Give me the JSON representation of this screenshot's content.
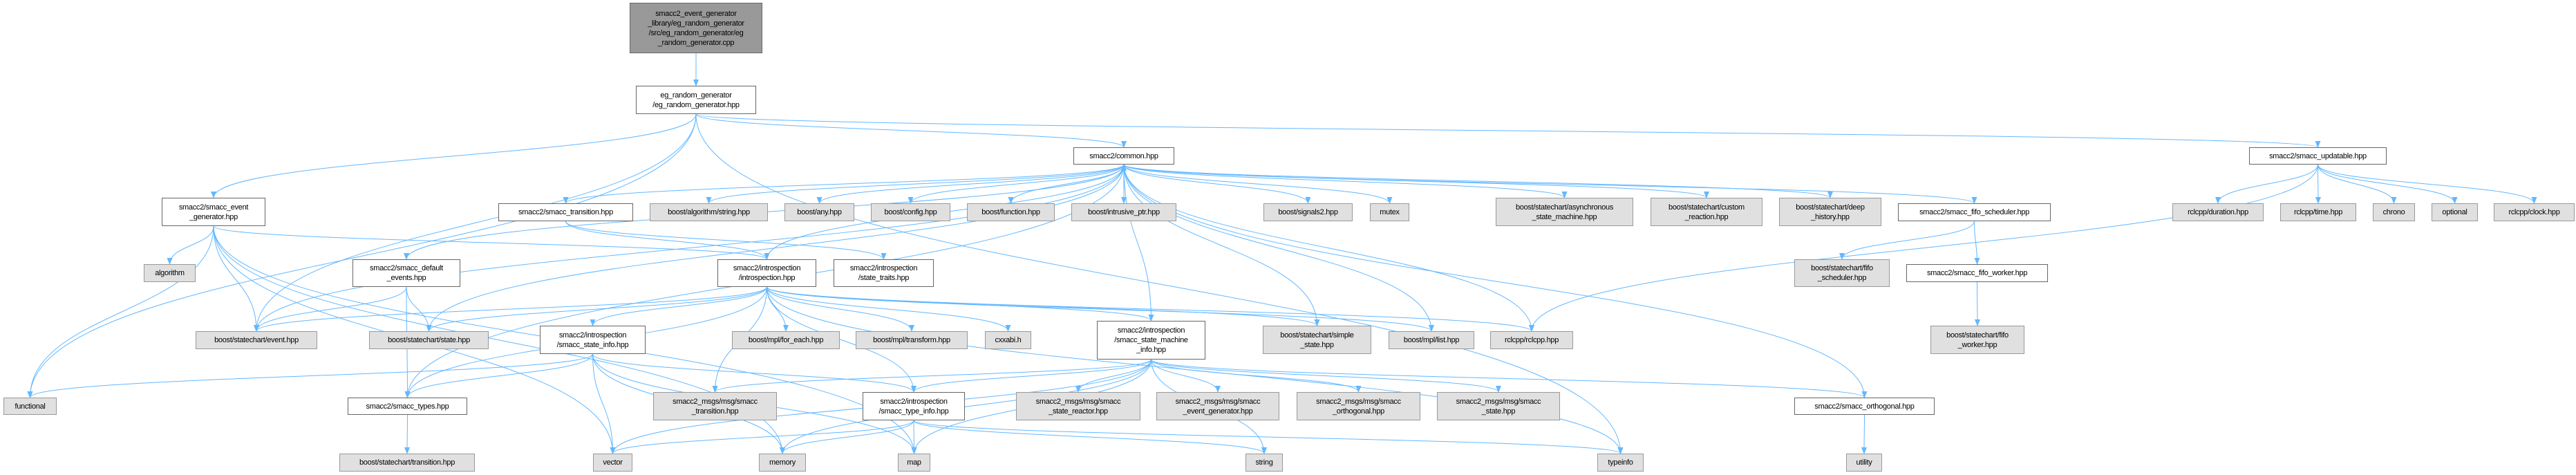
{
  "colors": {
    "edge": "#63b8ff",
    "root_fill": "#999999",
    "external_fill": "#e0e0e0",
    "internal_fill": "#ffffff"
  },
  "nodes": {
    "root": {
      "label": "smacc2_event_generator\n_library/eg_random_generator\n/src/eg_random_generator/eg\n_random_generator.cpp",
      "kind": "root"
    },
    "eg": {
      "label": "eg_random_generator\n/eg_random_generator.hpp",
      "kind": "internal"
    },
    "common": {
      "label": "smacc2/common.hpp",
      "kind": "internal"
    },
    "updatable": {
      "label": "smacc2/smacc_updatable.hpp",
      "kind": "internal"
    },
    "evgen": {
      "label": "smacc2/smacc_event\n_generator.hpp",
      "kind": "internal"
    },
    "algorithm": {
      "label": "algorithm",
      "kind": "ext"
    },
    "defev": {
      "label": "smacc2/smacc_default\n_events.hpp",
      "kind": "internal"
    },
    "trans": {
      "label": "smacc2/smacc_transition.hpp",
      "kind": "internal"
    },
    "algstr": {
      "label": "boost/algorithm/string.hpp",
      "kind": "ext"
    },
    "any": {
      "label": "boost/any.hpp",
      "kind": "ext"
    },
    "config": {
      "label": "boost/config.hpp",
      "kind": "ext"
    },
    "function": {
      "label": "boost/function.hpp",
      "kind": "ext"
    },
    "intrusive": {
      "label": "boost/intrusive_ptr.hpp",
      "kind": "ext"
    },
    "signals2": {
      "label": "boost/signals2.hpp",
      "kind": "ext"
    },
    "mutex": {
      "label": "mutex",
      "kind": "ext"
    },
    "async": {
      "label": "boost/statechart/asynchronous\n_state_machine.hpp",
      "kind": "ext"
    },
    "custom": {
      "label": "boost/statechart/custom\n_reaction.hpp",
      "kind": "ext"
    },
    "deep": {
      "label": "boost/statechart/deep\n_history.hpp",
      "kind": "ext"
    },
    "fifosched": {
      "label": "smacc2/smacc_fifo_scheduler.hpp",
      "kind": "internal"
    },
    "duration": {
      "label": "rclcpp/duration.hpp",
      "kind": "ext"
    },
    "time": {
      "label": "rclcpp/time.hpp",
      "kind": "ext"
    },
    "chrono": {
      "label": "chrono",
      "kind": "ext"
    },
    "optional": {
      "label": "optional",
      "kind": "ext"
    },
    "clock": {
      "label": "rclcpp/clock.hpp",
      "kind": "ext"
    },
    "intro": {
      "label": "smacc2/introspection\n/introspection.hpp",
      "kind": "internal"
    },
    "traits": {
      "label": "smacc2/introspection\n/state_traits.hpp",
      "kind": "internal"
    },
    "bfifosched": {
      "label": "boost/statechart/fifo\n_scheduler.hpp",
      "kind": "ext"
    },
    "fifoworker": {
      "label": "smacc2/smacc_fifo_worker.hpp",
      "kind": "internal"
    },
    "event": {
      "label": "boost/statechart/event.hpp",
      "kind": "ext"
    },
    "state": {
      "label": "boost/statechart/state.hpp",
      "kind": "ext"
    },
    "stateinfo": {
      "label": "smacc2/introspection\n/smacc_state_info.hpp",
      "kind": "internal"
    },
    "foreach": {
      "label": "boost/mpl/for_each.hpp",
      "kind": "ext"
    },
    "transform": {
      "label": "boost/mpl/transform.hpp",
      "kind": "ext"
    },
    "cxxabi": {
      "label": "cxxabi.h",
      "kind": "ext"
    },
    "smi": {
      "label": "smacc2/introspection\n/smacc_state_machine\n_info.hpp",
      "kind": "internal"
    },
    "simple": {
      "label": "boost/statechart/simple\n_state.hpp",
      "kind": "ext"
    },
    "mpllist": {
      "label": "boost/mpl/list.hpp",
      "kind": "ext"
    },
    "rclcpp": {
      "label": "rclcpp/rclcpp.hpp",
      "kind": "ext"
    },
    "bfifoworker": {
      "label": "boost/statechart/fifo\n_worker.hpp",
      "kind": "ext"
    },
    "functional": {
      "label": "functional",
      "kind": "ext"
    },
    "types": {
      "label": "smacc2/smacc_types.hpp",
      "kind": "internal"
    },
    "msgtrans": {
      "label": "smacc2_msgs/msg/smacc\n_transition.hpp",
      "kind": "ext"
    },
    "typeinfohpp": {
      "label": "smacc2/introspection\n/smacc_type_info.hpp",
      "kind": "internal"
    },
    "msgreactor": {
      "label": "smacc2_msgs/msg/smacc\n_state_reactor.hpp",
      "kind": "ext"
    },
    "msgevgen": {
      "label": "smacc2_msgs/msg/smacc\n_event_generator.hpp",
      "kind": "ext"
    },
    "msgorth": {
      "label": "smacc2_msgs/msg/smacc\n_orthogonal.hpp",
      "kind": "ext"
    },
    "msgstate": {
      "label": "smacc2_msgs/msg/smacc\n_state.hpp",
      "kind": "ext"
    },
    "orth": {
      "label": "smacc2/smacc_orthogonal.hpp",
      "kind": "internal"
    },
    "btransition": {
      "label": "boost/statechart/transition.hpp",
      "kind": "ext"
    },
    "vector": {
      "label": "vector",
      "kind": "ext"
    },
    "memory": {
      "label": "memory",
      "kind": "ext"
    },
    "map": {
      "label": "map",
      "kind": "ext"
    },
    "string": {
      "label": "string",
      "kind": "ext"
    },
    "typeinfo": {
      "label": "typeinfo",
      "kind": "ext"
    },
    "utility": {
      "label": "utility",
      "kind": "ext"
    }
  },
  "edges": [
    [
      "root",
      "eg"
    ],
    [
      "eg",
      "functional"
    ],
    [
      "eg",
      "evgen"
    ],
    [
      "eg",
      "event"
    ],
    [
      "eg",
      "common"
    ],
    [
      "eg",
      "updatable"
    ],
    [
      "eg",
      "typeinfo"
    ],
    [
      "common",
      "event"
    ],
    [
      "common",
      "types"
    ],
    [
      "common",
      "defev"
    ],
    [
      "common",
      "state"
    ],
    [
      "common",
      "trans"
    ],
    [
      "common",
      "algstr"
    ],
    [
      "common",
      "any"
    ],
    [
      "common",
      "config"
    ],
    [
      "common",
      "function"
    ],
    [
      "common",
      "intrusive"
    ],
    [
      "common",
      "signals2"
    ],
    [
      "common",
      "mutex"
    ],
    [
      "common",
      "async"
    ],
    [
      "common",
      "custom"
    ],
    [
      "common",
      "deep"
    ],
    [
      "common",
      "fifosched"
    ],
    [
      "common",
      "intro"
    ],
    [
      "common",
      "mpllist"
    ],
    [
      "common",
      "rclcpp"
    ],
    [
      "common",
      "simple"
    ],
    [
      "evgen",
      "algorithm"
    ],
    [
      "evgen",
      "event"
    ],
    [
      "evgen",
      "functional"
    ],
    [
      "evgen",
      "intro"
    ],
    [
      "evgen",
      "vector"
    ],
    [
      "evgen",
      "memory"
    ],
    [
      "evgen",
      "map"
    ],
    [
      "defev",
      "event"
    ],
    [
      "defev",
      "state"
    ],
    [
      "defev",
      "types"
    ],
    [
      "trans",
      "intro"
    ],
    [
      "trans",
      "traits"
    ],
    [
      "intro",
      "event"
    ],
    [
      "intro",
      "state"
    ],
    [
      "intro",
      "stateinfo"
    ],
    [
      "intro",
      "types"
    ],
    [
      "intro",
      "foreach"
    ],
    [
      "intro",
      "transform"
    ],
    [
      "intro",
      "cxxabi"
    ],
    [
      "intro",
      "smi"
    ],
    [
      "intro",
      "simple"
    ],
    [
      "intro",
      "mpllist"
    ],
    [
      "intro",
      "rclcpp"
    ],
    [
      "intro",
      "msgtrans"
    ],
    [
      "intro",
      "typeinfohpp"
    ],
    [
      "intro",
      "typeinfo"
    ],
    [
      "stateinfo",
      "functional"
    ],
    [
      "stateinfo",
      "types"
    ],
    [
      "stateinfo",
      "vector"
    ],
    [
      "stateinfo",
      "memory"
    ],
    [
      "stateinfo",
      "map"
    ],
    [
      "stateinfo",
      "typeinfohpp"
    ],
    [
      "types",
      "btransition"
    ],
    [
      "smi",
      "common"
    ],
    [
      "smi",
      "msgreactor"
    ],
    [
      "smi",
      "msgevgen"
    ],
    [
      "smi",
      "msgorth"
    ],
    [
      "smi",
      "msgstate"
    ],
    [
      "smi",
      "msgtrans"
    ],
    [
      "smi",
      "vector"
    ],
    [
      "smi",
      "memory"
    ],
    [
      "smi",
      "map"
    ],
    [
      "smi",
      "string"
    ],
    [
      "smi",
      "orth"
    ],
    [
      "smi",
      "typeinfohpp"
    ],
    [
      "typeinfohpp",
      "vector"
    ],
    [
      "typeinfohpp",
      "memory"
    ],
    [
      "typeinfohpp",
      "map"
    ],
    [
      "typeinfohpp",
      "string"
    ],
    [
      "typeinfohpp",
      "typeinfo"
    ],
    [
      "updatable",
      "duration"
    ],
    [
      "updatable",
      "time"
    ],
    [
      "updatable",
      "chrono"
    ],
    [
      "updatable",
      "optional"
    ],
    [
      "updatable",
      "clock"
    ],
    [
      "updatable",
      "rclcpp"
    ],
    [
      "fifosched",
      "bfifosched"
    ],
    [
      "fifosched",
      "fifoworker"
    ],
    [
      "fifoworker",
      "bfifoworker"
    ],
    [
      "orth",
      "common"
    ],
    [
      "orth",
      "utility"
    ]
  ]
}
